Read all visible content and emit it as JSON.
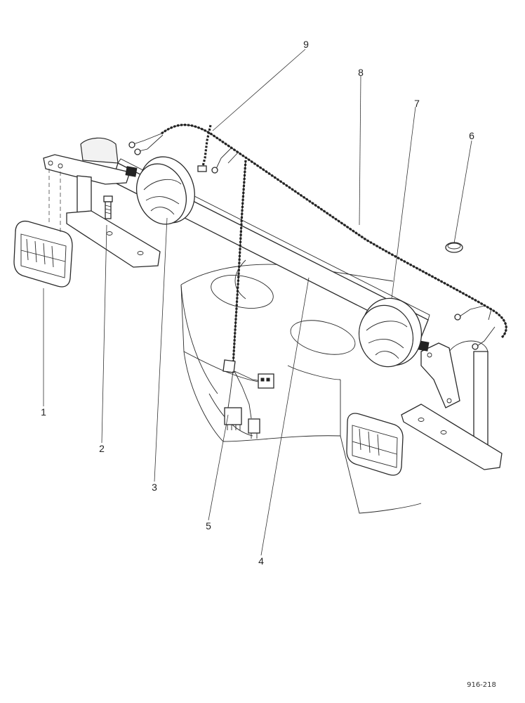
{
  "callouts": [
    {
      "id": "1",
      "label": "1"
    },
    {
      "id": "2",
      "label": "2"
    },
    {
      "id": "3",
      "label": "3"
    },
    {
      "id": "4",
      "label": "4"
    },
    {
      "id": "5",
      "label": "5"
    },
    {
      "id": "6",
      "label": "6"
    },
    {
      "id": "7",
      "label": "7"
    },
    {
      "id": "8",
      "label": "8"
    },
    {
      "id": "9",
      "label": "9"
    }
  ],
  "reference_code": "916-218"
}
